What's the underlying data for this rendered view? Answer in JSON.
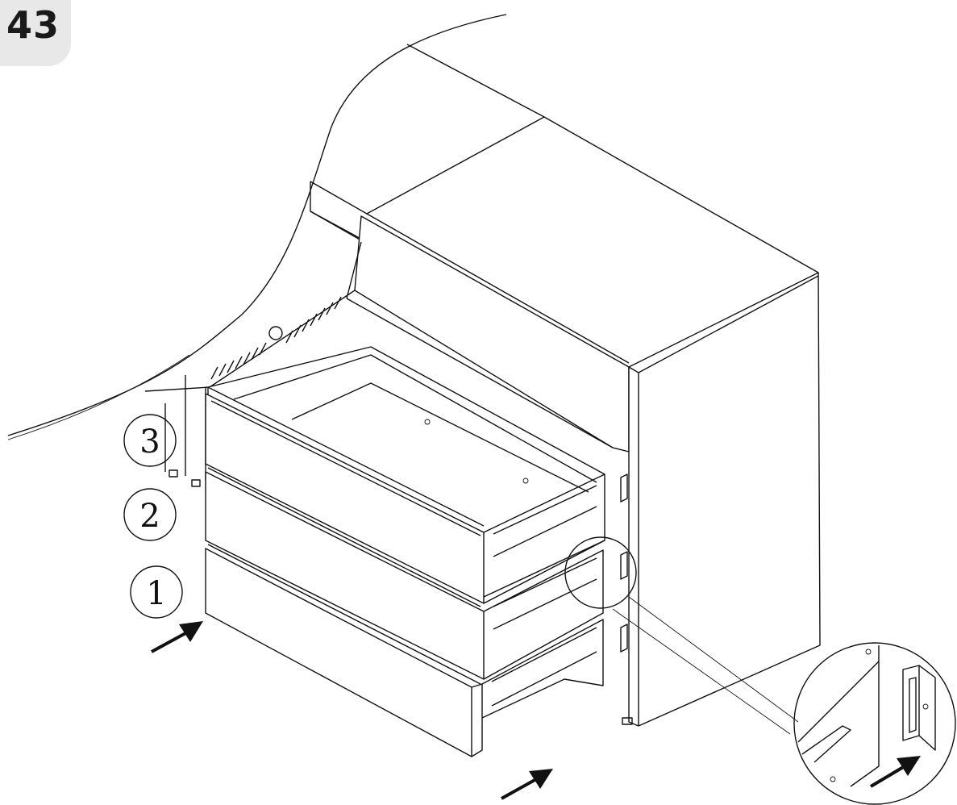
{
  "step": {
    "number": "43"
  },
  "callouts": [
    {
      "label": "1"
    },
    {
      "label": "2"
    },
    {
      "label": "3"
    }
  ],
  "icons": {
    "push_arrow": "push-arrow-icon",
    "detail_view": "magnified-detail-icon"
  },
  "colors": {
    "line": "#111111",
    "badge": "#e8e8e8"
  }
}
